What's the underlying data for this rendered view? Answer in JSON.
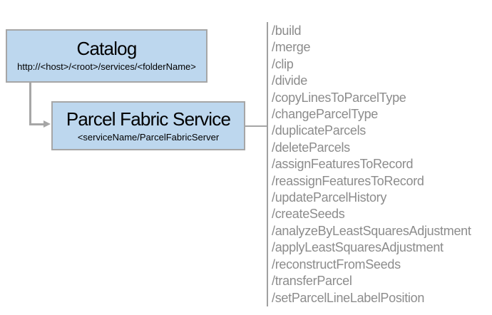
{
  "catalog_box": {
    "title": "Catalog",
    "subtitle": "http://<host>/<root>/services/<folderName>"
  },
  "service_box": {
    "title": "Parcel Fabric Service",
    "subtitle": "<serviceName/ParcelFabricServer"
  },
  "operations": [
    "/build",
    "/merge",
    "/clip",
    "/divide",
    "/copyLinesToParcelType",
    "/changeParcelType",
    "/duplicateParcels",
    "/deleteParcels",
    "/assignFeaturesToRecord",
    "/reassignFeaturesToRecord",
    "/updateParcelHistory",
    "/createSeeds",
    "/analyzeByLeastSquaresAdjustment",
    "/applyLeastSquaresAdjustment",
    "/reconstructFromSeeds",
    "/transferParcel",
    "/setParcelLineLabelPosition"
  ],
  "colors": {
    "box_fill": "#BDD7EE",
    "box_border": "#A6A6A6",
    "connector": "#A6A6A6",
    "divider": "#A0A0A0",
    "list_text": "#8C8C8C",
    "title_text": "#000000"
  }
}
